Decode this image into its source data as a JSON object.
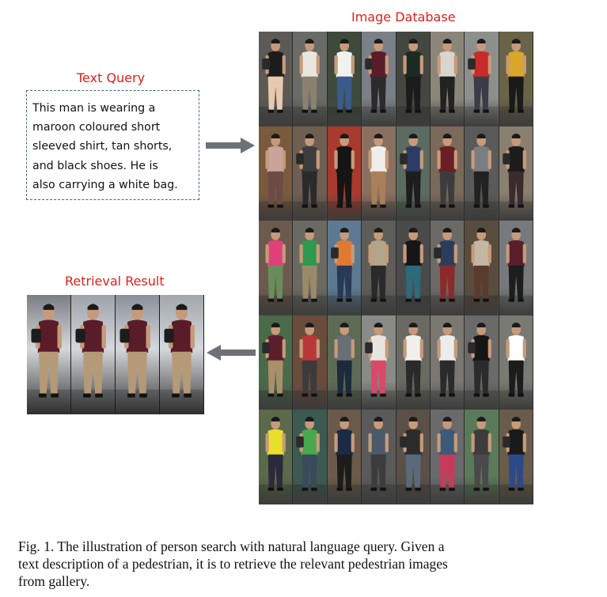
{
  "figure": {
    "image_database_label": "Image Database",
    "text_query_label": "Text Query",
    "retrieval_result_label": "Retrieval Result",
    "query_lines": [
      "This man is wearing a",
      "maroon coloured short",
      "sleeved shirt, tan shorts,",
      "and black shoes. He is",
      "also carrying a white bag."
    ],
    "colors": {
      "label_red": "#e0201b",
      "dashed_border": "#42698f",
      "arrow_gray": "#6d7278"
    },
    "gallery_cells": [
      {
        "bg": "#5b5a55",
        "shirt": "#1c1c1c",
        "pants": "#e8c9b0"
      },
      {
        "bg": "#6a6a66",
        "shirt": "#e9e6df",
        "pants": "#8a8170"
      },
      {
        "bg": "#3e4a3c",
        "shirt": "#f1f1ee",
        "pants": "#3b5b8c"
      },
      {
        "bg": "#7b7f86",
        "shirt": "#5b1c2a",
        "pants": "#2b2b2b"
      },
      {
        "bg": "#43473f",
        "shirt": "#1c2a24",
        "pants": "#1b1b1b"
      },
      {
        "bg": "#8c857a",
        "shirt": "#d9d5cc",
        "pants": "#222222"
      },
      {
        "bg": "#8d8f8c",
        "shirt": "#c82b2b",
        "pants": "#3a3d46"
      },
      {
        "bg": "#6a6348",
        "shirt": "#d8a62a",
        "pants": "#1a1a1a"
      },
      {
        "bg": "#7a5a3d",
        "shirt": "#c9a49a",
        "pants": "#6c4a45"
      },
      {
        "bg": "#6f5f52",
        "shirt": "#3c3c3c",
        "pants": "#2a2a2a"
      },
      {
        "bg": "#a83a2e",
        "shirt": "#151515",
        "pants": "#151515"
      },
      {
        "bg": "#8a7060",
        "shirt": "#f0eeea",
        "pants": "#a8805a"
      },
      {
        "bg": "#5c6b5f",
        "shirt": "#2b3d64",
        "pants": "#1d1d1d"
      },
      {
        "bg": "#7a6a5a",
        "shirt": "#6a1e25",
        "pants": "#3c3c3c"
      },
      {
        "bg": "#5a5a58",
        "shirt": "#7a7e83",
        "pants": "#222"
      },
      {
        "bg": "#8a8070",
        "shirt": "#1c1c1c",
        "pants": "#3a2c2c"
      },
      {
        "bg": "#6c5a4c",
        "shirt": "#e0417a",
        "pants": "#6a8c5c"
      },
      {
        "bg": "#6a6a62",
        "shirt": "#2e9a4e",
        "pants": "#9a8a6a"
      },
      {
        "bg": "#5d7a92",
        "shirt": "#e07a33",
        "pants": "#2a3a55"
      },
      {
        "bg": "#5e5d58",
        "shirt": "#b2a58a",
        "pants": "#2a2a2a"
      },
      {
        "bg": "#4a4a4a",
        "shirt": "#161616",
        "pants": "#2d6a7a"
      },
      {
        "bg": "#6c6a66",
        "shirt": "#2c3d5c",
        "pants": "#8a2a2a"
      },
      {
        "bg": "#5a4c3c",
        "shirt": "#c2b7a5",
        "pants": "#5a3c2c"
      },
      {
        "bg": "#777a7d",
        "shirt": "#5a1e2a",
        "pants": "#1d1d1d"
      },
      {
        "bg": "#4a6a4a",
        "shirt": "#5c1e2a",
        "pants": "#a8906a"
      },
      {
        "bg": "#6a4c3c",
        "shirt": "#b83838",
        "pants": "#3d3a3a"
      },
      {
        "bg": "#5d6a55",
        "shirt": "#6a6e75",
        "pants": "#1d2a3d"
      },
      {
        "bg": "#8a8a86",
        "shirt": "#e8e4e0",
        "pants": "#d84a6a"
      },
      {
        "bg": "#6a6a62",
        "shirt": "#f2f0ec",
        "pants": "#2a2a2a"
      },
      {
        "bg": "#7a7870",
        "shirt": "#ececec",
        "pants": "#2b2b2b"
      },
      {
        "bg": "#6a6a68",
        "shirt": "#151515",
        "pants": "#2b2b2b"
      },
      {
        "bg": "#7a7a74",
        "shirt": "#ffffff",
        "pants": "#1c1c1c"
      },
      {
        "bg": "#5a6a4a",
        "shirt": "#e8df2a",
        "pants": "#2a2a3a"
      },
      {
        "bg": "#3c5a52",
        "shirt": "#49a84e",
        "pants": "#3a4a5a"
      },
      {
        "bg": "#6a5a4a",
        "shirt": "#1c2a45",
        "pants": "#1c1c1c"
      },
      {
        "bg": "#5a5a5a",
        "shirt": "#4a5a6a",
        "pants": "#3c3c3c"
      },
      {
        "bg": "#5a5048",
        "shirt": "#2c2c2c",
        "pants": "#5a6a7a"
      },
      {
        "bg": "#6a6a6a",
        "shirt": "#3c5a7a",
        "pants": "#c83a5a"
      },
      {
        "bg": "#5a7a5a",
        "shirt": "#3c3c3c",
        "pants": "#4a4a4a"
      },
      {
        "bg": "#6a5c4a",
        "shirt": "#1a1a1a",
        "pants": "#2c4a8a"
      }
    ],
    "result_cells": [
      {
        "bg": "#7a7e84",
        "shirt": "#5a1c28",
        "pants": "#b59a78"
      },
      {
        "bg": "#9ea3aa",
        "shirt": "#5a1c28",
        "pants": "#b59a78"
      },
      {
        "bg": "#8a9098",
        "shirt": "#5a1c28",
        "pants": "#b59a78"
      },
      {
        "bg": "#a2a7ad",
        "shirt": "#5a1c28",
        "pants": "#b59a78"
      }
    ]
  },
  "caption": {
    "lines": [
      "Fig. 1.  The illustration of person search with natural language query. Given a",
      "text description of a pedestrian, it is to retrieve the relevant pedestrian images",
      "from gallery."
    ]
  }
}
